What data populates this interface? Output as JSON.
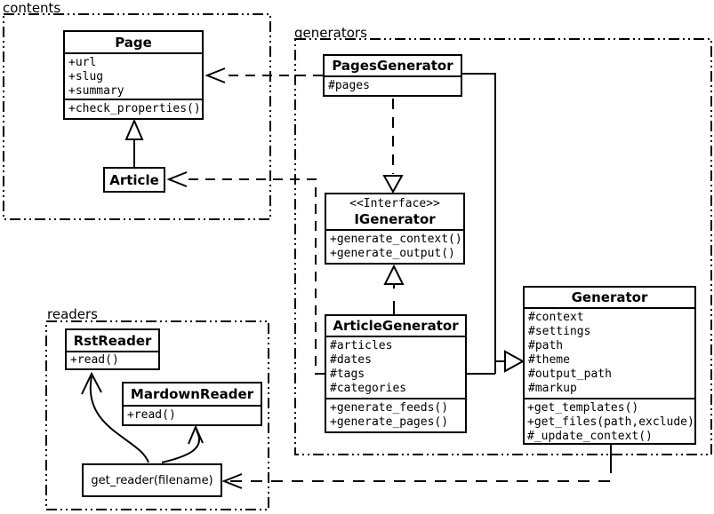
{
  "colors": {
    "line": "#000000",
    "background": "#ffffff",
    "box_fill": "#ffffff"
  },
  "packages": [
    {
      "id": "contents",
      "label": "contents"
    },
    {
      "id": "generators",
      "label": "generators"
    },
    {
      "id": "readers",
      "label": "readers"
    }
  ],
  "classes": {
    "page": {
      "name": "Page",
      "attributes": [
        "+url",
        "+slug",
        "+summary"
      ],
      "methods": [
        "+check_properties()"
      ]
    },
    "article": {
      "name": "Article"
    },
    "pages_generator": {
      "name": "PagesGenerator",
      "attributes": [
        "#pages"
      ]
    },
    "igenerator": {
      "stereotype": "<<Interface>>",
      "name": "IGenerator",
      "methods": [
        "+generate_context()",
        "+generate_output()"
      ]
    },
    "article_generator": {
      "name": "ArticleGenerator",
      "attributes": [
        "#articles",
        "#dates",
        "#tags",
        "#categories"
      ],
      "methods": [
        "+generate_feeds()",
        "+generate_pages()"
      ]
    },
    "generator": {
      "name": "Generator",
      "attributes": [
        "#context",
        "#settings",
        "#path",
        "#theme",
        "#output_path",
        "#markup"
      ],
      "methods": [
        "+get_templates()",
        "+get_files(path,exclude)",
        "#_update_context()"
      ]
    },
    "rst_reader": {
      "name": "RstReader",
      "methods": [
        "+read()"
      ]
    },
    "mardown_reader": {
      "name": "MardownReader",
      "methods": [
        "+read()"
      ]
    },
    "get_reader": {
      "label": "get_reader(filename)"
    }
  },
  "relationships": [
    {
      "type": "generalization",
      "from": "Article",
      "to": "Page"
    },
    {
      "type": "generalization",
      "from": "PagesGenerator",
      "to": "Generator"
    },
    {
      "type": "generalization",
      "from": "ArticleGenerator",
      "to": "Generator"
    },
    {
      "type": "realization",
      "from": "PagesGenerator",
      "to": "IGenerator"
    },
    {
      "type": "realization",
      "from": "ArticleGenerator",
      "to": "IGenerator"
    },
    {
      "type": "dependency",
      "from": "PagesGenerator",
      "to": "Page"
    },
    {
      "type": "dependency",
      "from": "ArticleGenerator",
      "to": "Article"
    },
    {
      "type": "dependency",
      "from": "Generator",
      "to": "get_reader(filename)"
    },
    {
      "type": "arrow",
      "from": "get_reader(filename)",
      "to": "RstReader"
    },
    {
      "type": "arrow",
      "from": "get_reader(filename)",
      "to": "MardownReader"
    }
  ]
}
